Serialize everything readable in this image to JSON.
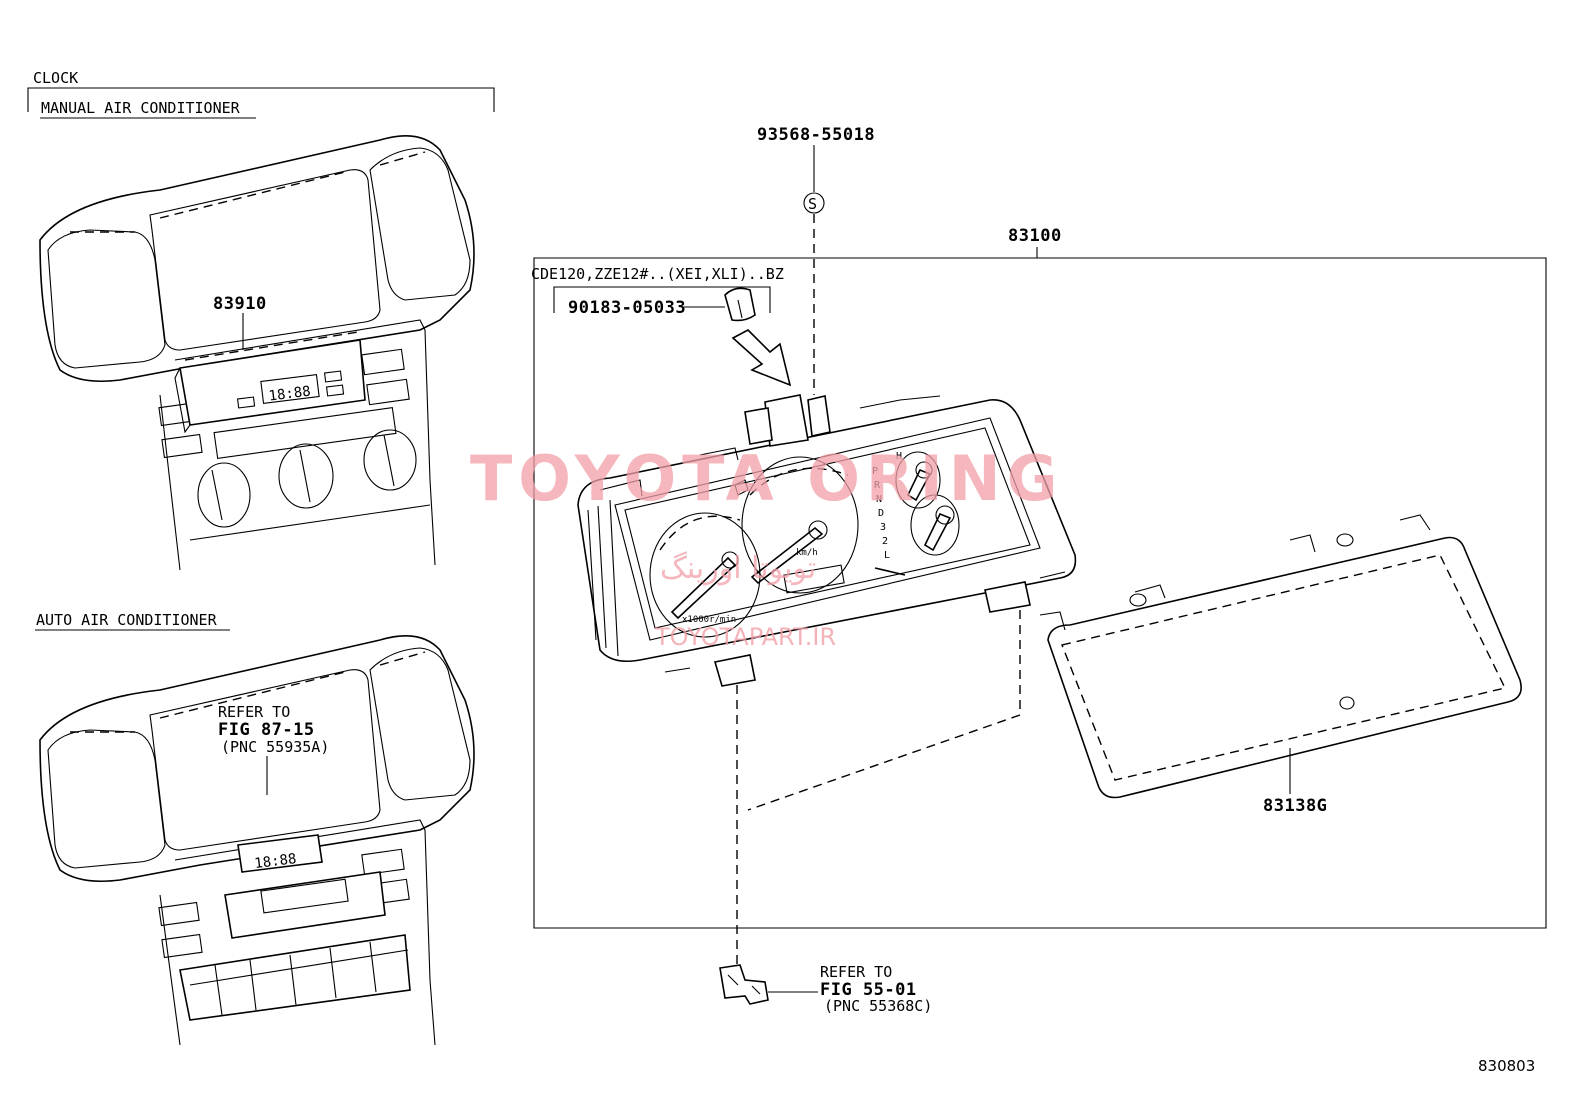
{
  "diagram": {
    "sections": {
      "clock_header": "CLOCK",
      "manual_ac": "MANUAL AIR CONDITIONER",
      "auto_ac": "AUTO AIR CONDITIONER"
    },
    "parts": {
      "clock_manual": "83910",
      "screw": "93568-55018",
      "screw_symbol": "S",
      "cluster": "83100",
      "clip": "90183-05033",
      "glass": "83138G"
    },
    "variant_note": "CDE120,ZZE12#..(XEI,XLI)..BZ",
    "refer_auto": {
      "line1": "REFER TO",
      "line2": "FIG 87-15",
      "line3": "(PNC 55935A)"
    },
    "refer_bottom": {
      "line1": "REFER TO",
      "line2": "FIG 55-01",
      "line3": "(PNC 55368C)"
    },
    "clock_display": "18:88",
    "gauge_labels": {
      "speed_unit": "km/h",
      "tach_unit": "x1000r/min",
      "temp_high": "H",
      "gears": [
        "P",
        "R",
        "N",
        "D",
        "3",
        "2",
        "L"
      ]
    },
    "figure_id": "830803"
  },
  "watermark": {
    "line1": "TOYOTA ORING",
    "line2": "TOYOTAPART.IR",
    "line3": "تویوتا اورینگ"
  }
}
